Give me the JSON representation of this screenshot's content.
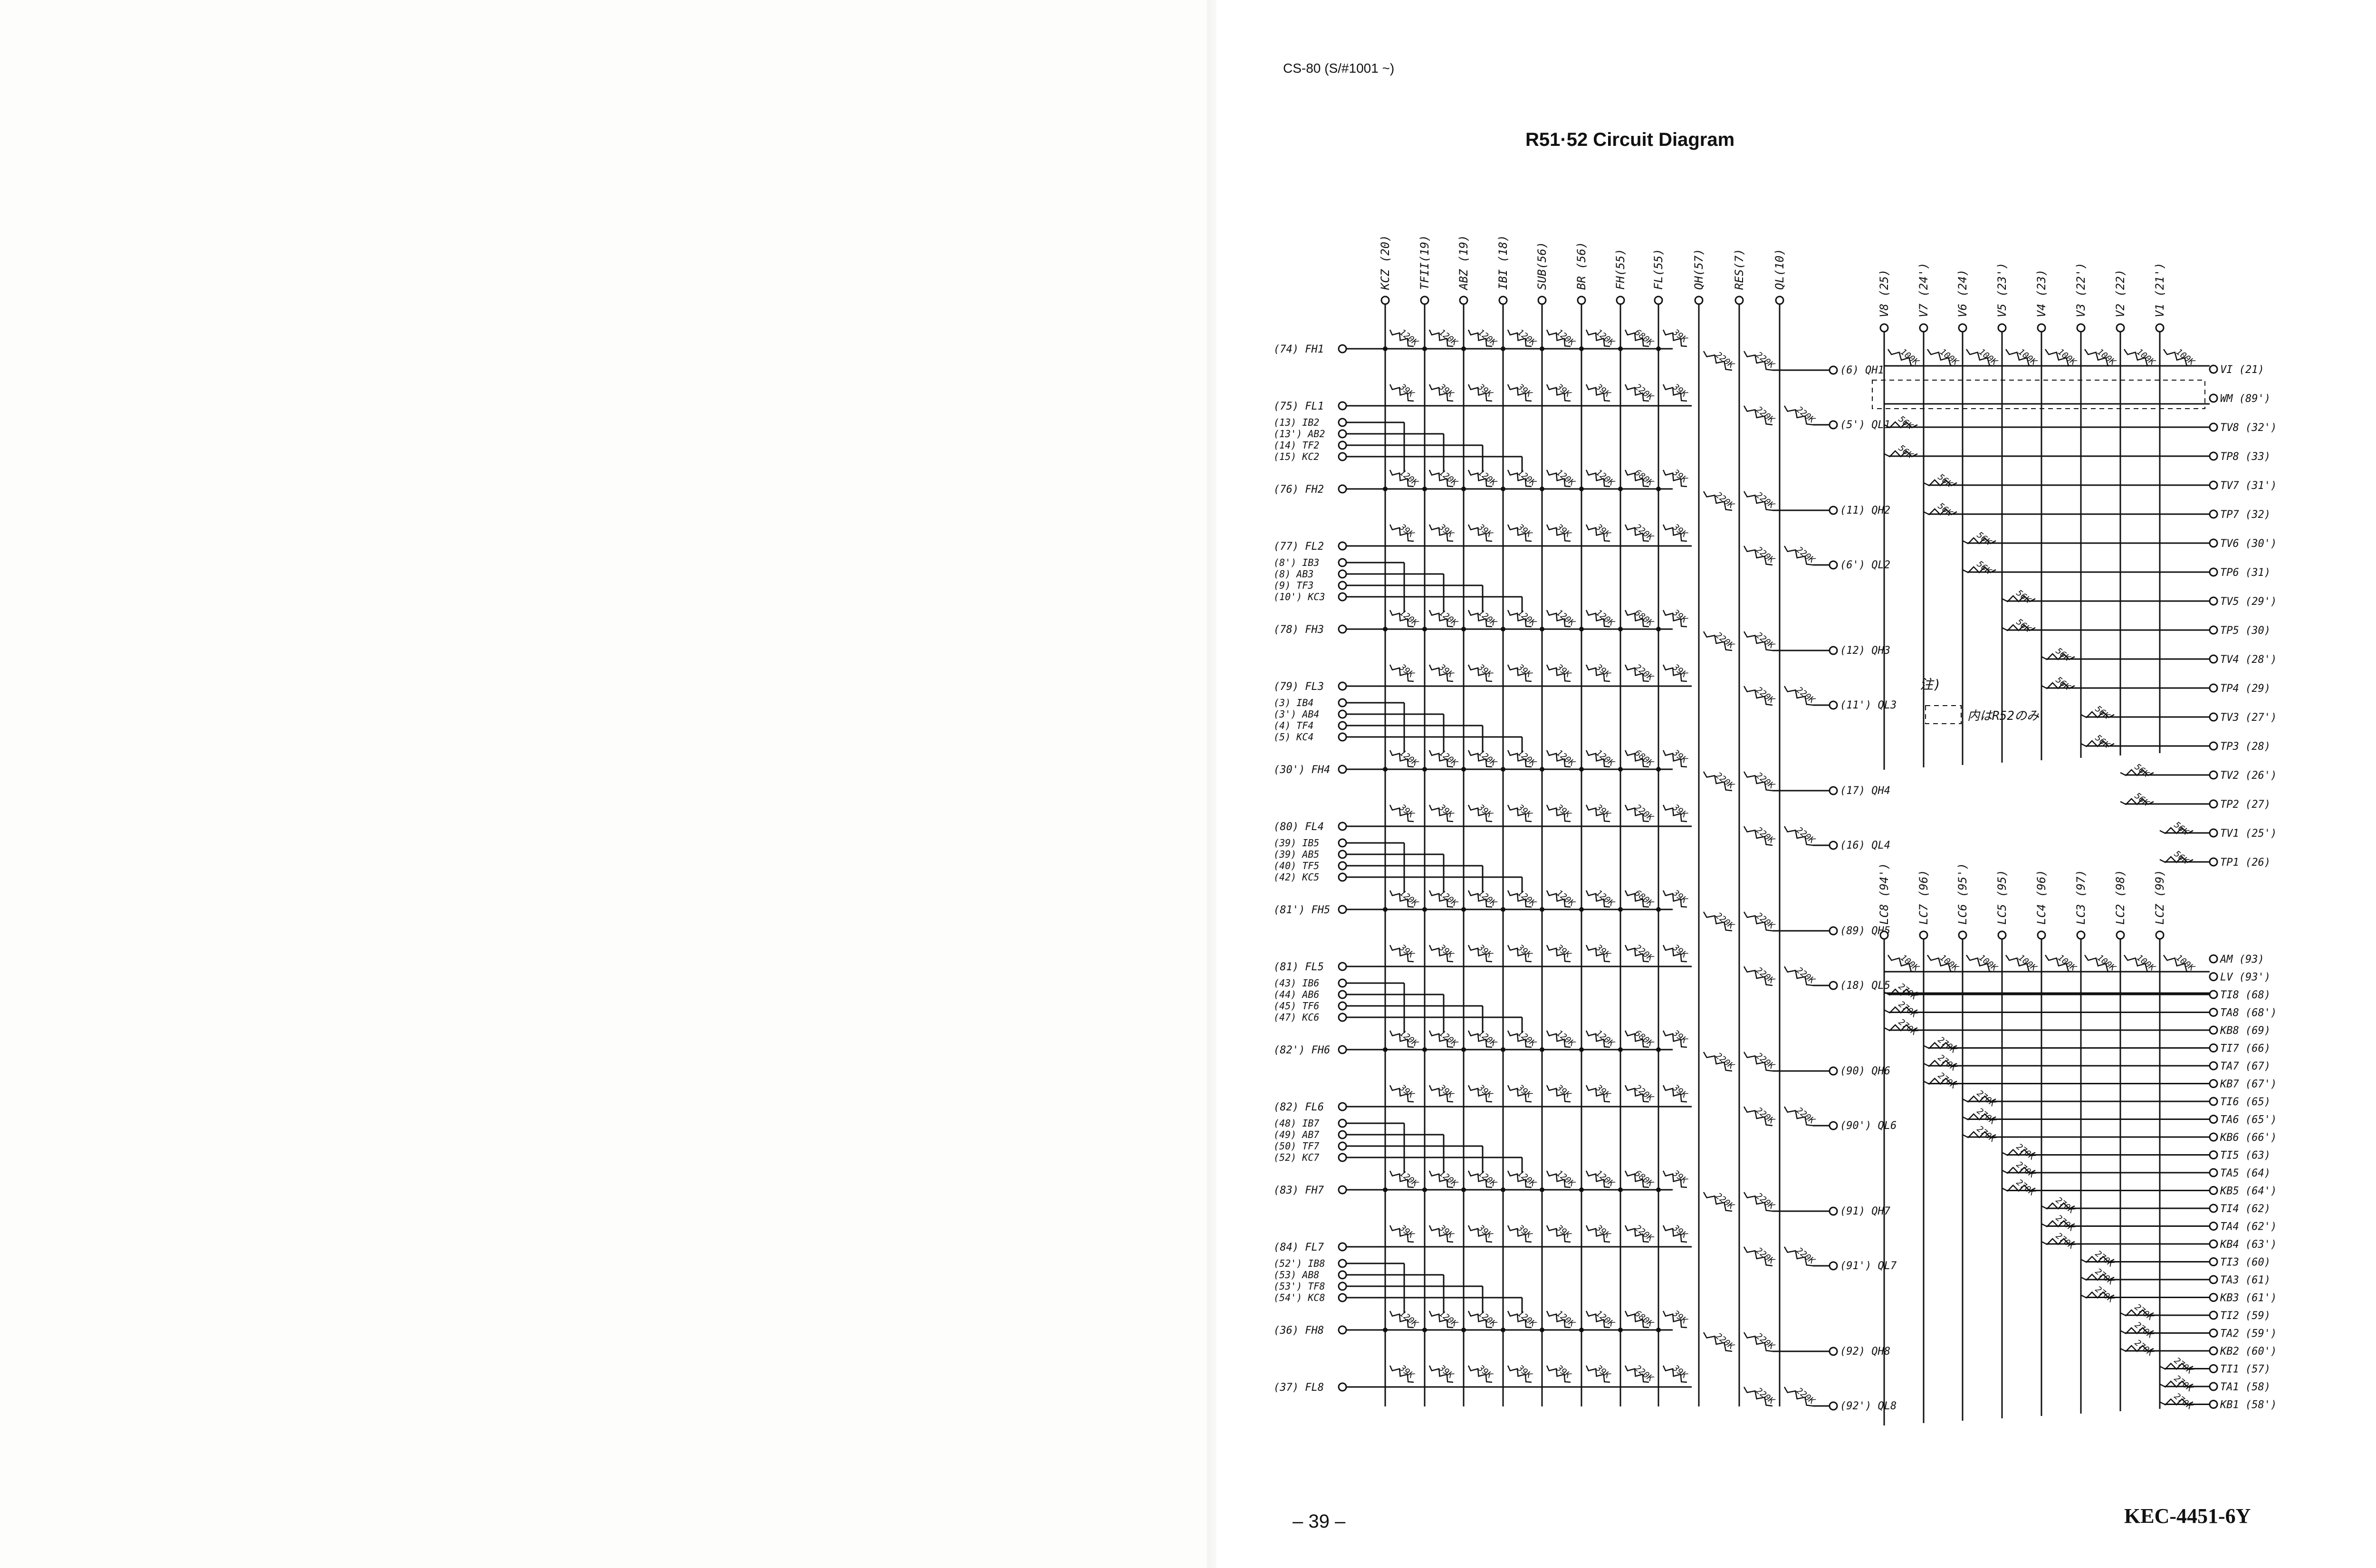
{
  "header": {
    "model": "CS-80 (S/#1001 ~)",
    "title": "R51·52 Circuit Diagram"
  },
  "footer": {
    "page_number": "– 39 –",
    "document_code": "KEC-4451-6Y"
  },
  "note": {
    "mark": "注)",
    "text": "内はR52のみ"
  },
  "top_inputs_left": [
    "KCZ (20)",
    "TFII(19)",
    "ABZ (19)",
    "IBI (18)",
    "SUB(56)",
    "BR (56)",
    "FH(55)",
    "FL(55)",
    "QH(57)",
    "RES(7)",
    "QL(10)"
  ],
  "resistor_values": {
    "r120": "120K",
    "r39": "39K",
    "r680": "680K",
    "r220": "220K",
    "r56": "56K",
    "r270": "270K",
    "r100": "100K"
  },
  "channels": [
    {
      "fh": "(74) FH1",
      "fl": "(75) FL1",
      "ins": [],
      "qh": "(6) QH1",
      "ql": "(5') QL1"
    },
    {
      "fh": "(76) FH2",
      "fl": "(77) FL2",
      "ins": [
        "(13) IB2",
        "(13') AB2",
        "(14) TF2",
        "(15) KC2"
      ],
      "qh": "(11) QH2",
      "ql": "(6') QL2"
    },
    {
      "fh": "(78) FH3",
      "fl": "(79) FL3",
      "ins": [
        "(8') IB3",
        "(8) AB3",
        "(9) TF3",
        "(10') KC3"
      ],
      "qh": "(12) QH3",
      "ql": "(11') QL3"
    },
    {
      "fh": "(30') FH4",
      "fl": "(80) FL4",
      "ins": [
        "(3) IB4",
        "(3') AB4",
        "(4) TF4",
        "(5) KC4"
      ],
      "qh": "(17) QH4",
      "ql": "(16) QL4"
    },
    {
      "fh": "(81') FH5",
      "fl": "(81) FL5",
      "ins": [
        "(39) IB5",
        "(39) AB5",
        "(40) TF5",
        "(42) KC5"
      ],
      "qh": "(89) QH5",
      "ql": "(18) QL5"
    },
    {
      "fh": "(82') FH6",
      "fl": "(82) FL6",
      "ins": [
        "(43) IB6",
        "(44) AB6",
        "(45) TF6",
        "(47) KC6"
      ],
      "qh": "(90) QH6",
      "ql": "(90') QL6"
    },
    {
      "fh": "(83) FH7",
      "fl": "(84) FL7",
      "ins": [
        "(48) IB7",
        "(49) AB7",
        "(50) TF7",
        "(52) KC7"
      ],
      "qh": "(91) QH7",
      "ql": "(91') QL7"
    },
    {
      "fh": "(36) FH8",
      "fl": "(37) FL8",
      "ins": [
        "(52') IB8",
        "(53) AB8",
        "(53') TF8",
        "(54') KC8"
      ],
      "qh": "(92) QH8",
      "ql": "(92') QL8"
    }
  ],
  "upper_right": {
    "top_inputs": [
      "V8 (25)",
      "V7 (24')",
      "V6 (24)",
      "V5 (23')",
      "V4 (23)",
      "V3 (22')",
      "V2 (22)",
      "V1 (21')"
    ],
    "outputs": [
      "VI (21)",
      "WM (89')",
      "TV8 (32')",
      "TP8 (33)",
      "TV7 (31')",
      "TP7 (32)",
      "TV6 (30')",
      "TP6 (31)",
      "TV5 (29')",
      "TP5 (30)",
      "TV4 (28')",
      "TP4 (29)",
      "TV3 (27')",
      "TP3 (28)",
      "TV2 (26')",
      "TP2 (27)",
      "TV1 (25')",
      "TP1 (26)"
    ]
  },
  "lower_right": {
    "top_inputs": [
      "LC8 (94')",
      "LC7 (96)",
      "LC6 (95')",
      "LC5 (95)",
      "LC4 (96)",
      "LC3 (97)",
      "LC2 (98)",
      "LCZ (99)"
    ],
    "outputs": [
      "AM (93)",
      "LV (93')",
      "TI8 (68)",
      "TA8 (68')",
      "KB8 (69)",
      "TI7 (66)",
      "TA7 (67)",
      "KB7 (67')",
      "TI6 (65)",
      "TA6 (65')",
      "KB6 (66')",
      "TI5 (63)",
      "TA5 (64)",
      "KB5 (64')",
      "TI4 (62)",
      "TA4 (62')",
      "KB4 (63')",
      "TI3 (60)",
      "TA3 (61)",
      "KB3 (61')",
      "TI2 (59)",
      "TA2 (59')",
      "KB2 (60')",
      "TI1 (57)",
      "TA1 (58)",
      "KB1 (58')"
    ]
  }
}
